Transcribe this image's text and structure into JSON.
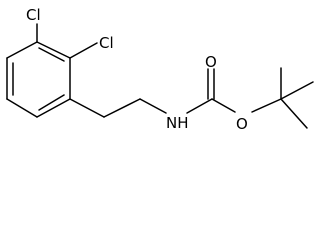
{
  "molecule": {
    "atom_labels": {
      "chlorine_top": "Cl",
      "chlorine_right": "Cl",
      "nitrogen_hydrogen": "NH",
      "oxygen_carbonyl": "O",
      "oxygen_ester": "O"
    },
    "ink_color": "#000000",
    "background_color": "#ffffff"
  }
}
